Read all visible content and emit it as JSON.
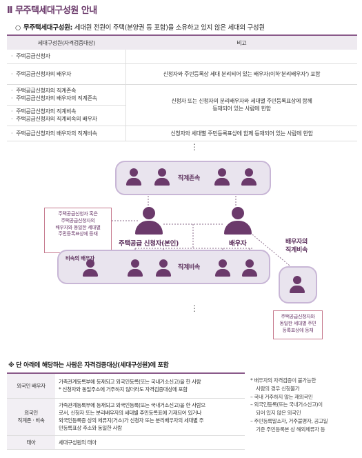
{
  "heading": {
    "bar": "Ⅱ",
    "title": "무주택세대구성원 안내"
  },
  "definition": {
    "bullet": "○",
    "term": "무주택세대구성원:",
    "text": " 세대원 전원이 주택(분양권 등 포함)을 소유하고 있지 않은 세대의 구성원"
  },
  "table": {
    "headers": [
      "세대구성원(자격검증대상)",
      "비고"
    ],
    "r1": {
      "items": [
        "주택공급신청자"
      ],
      "note": ""
    },
    "r2": {
      "items": [
        "주택공급신청자의 배우자"
      ],
      "note": "신청자와 주민등록상 세대 분리되어 있는 배우자(이하'분리배우자') 포함"
    },
    "r3": {
      "items": [
        "주택공급신청자의 직계존속",
        "주택공급신청자의 배우자의 직계존속"
      ]
    },
    "r4": {
      "items": [
        "주택공급신청자의 직계비속",
        "주택공급신청자의 직계비속의 배우자"
      ]
    },
    "r34_note_1": "신청자 또는 신청자의 분리배우자와 세대별 주민등록표상에 함께",
    "r34_note_2": "등재되어 있는 사람에 한함",
    "r5": {
      "items": [
        "주택공급신청자의 배우자의 직계비속"
      ],
      "note": "신청자와 세대별 주민등록표상에 함께 등재되어 있는 사람에 한함"
    }
  },
  "diagram": {
    "ascendant_label": "직계존속",
    "applicant_label": "주택공급 신청자(본인)",
    "spouse_label": "배우자",
    "descendant_label": "직계비속",
    "descendant_spouse_label": "비속의 배우자",
    "spouse_desc_label_1": "배우자의",
    "spouse_desc_label_2": "직계비속",
    "note_left": [
      "주택공급신청자 혹은",
      "주택공급신청자의",
      "배우자와 동일한 세대별",
      "주민등록표상에 등재"
    ],
    "note_right": [
      "주택공급신청자와",
      "동일한 세대별 주민",
      "등록표상에 등재"
    ],
    "ellipsis": "⋮"
  },
  "section2": {
    "title": "※ 단 아래에 해당하는 사람은 자격검증대상(세대구성원)에 포함"
  },
  "bottom": {
    "r1": {
      "head": "외국인 배우자",
      "line1": "가족관계등록부에 등재되고 외국인등록(또는 국내거소신고)을 한 사람",
      "line2": "* 신청자와 동일주소에 거주하지 않더라도 자격검증대상에 포함"
    },
    "r2": {
      "head1": "외국인",
      "head2": "직계존 · 비속",
      "l1": "가족관계등록부에 등재되고 외국인등록(또는 국내거소신고)을 한 사람으",
      "l2": "로서, 신청자 또는 분리배우자의 세대별 주민등록표에 기재되어 있거나",
      "l3": "외국인등록증 상의 체류지(거소)가 신청자 또는 분리배우자의 세대별 주",
      "l4": "민등록표상 주소와 동일한 사람"
    },
    "r3": {
      "head": "태아",
      "text": "세대구성원의 태아"
    }
  },
  "side_note": {
    "title1": "* 배우자의 자격검증이 불가능한",
    "title2": "사람의 경우 신청불가",
    "i1": "– 국내 거주하지 않는 재외국민",
    "i2a": "– 외국인등록(또는 국내거소신고)이",
    "i2b": "되어 있지 않은 외국인",
    "i3a": "– 주민등록말소자, 거주불명자, 공고일",
    "i3b": "기준 주민등록본 상 해외체류자 등"
  },
  "colors": {
    "accent": "#6b3a6b",
    "box_fill": "#e9e4ee",
    "note_border": "#c67a8e"
  }
}
